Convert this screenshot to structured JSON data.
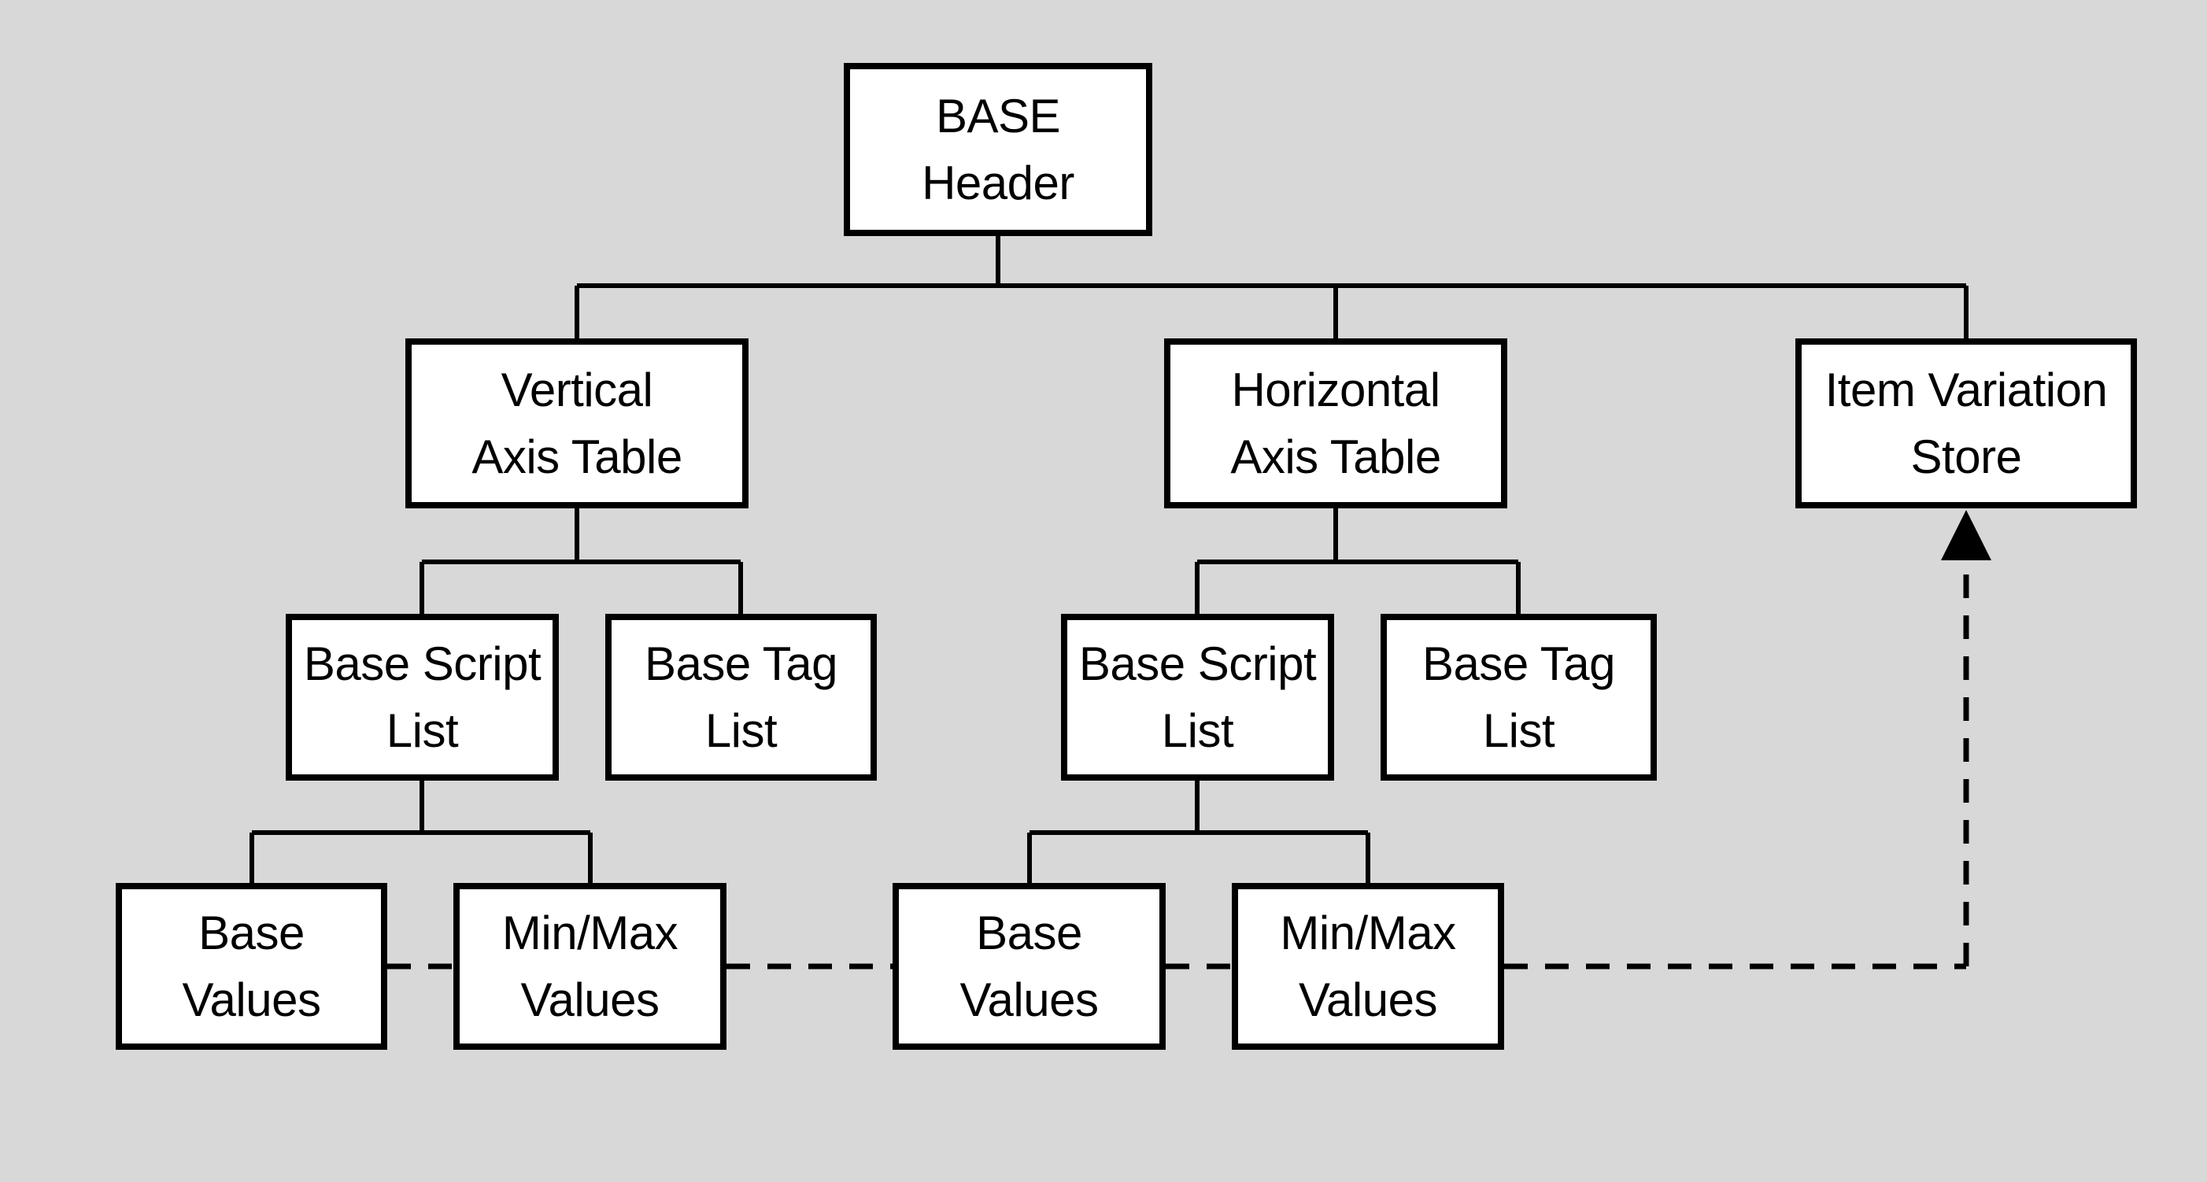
{
  "diagram": {
    "title": "BASE table structure diagram",
    "colors": {
      "background": "#d8d8d8",
      "box_fill": "#ffffff",
      "box_border": "#000000",
      "line": "#000000",
      "text": "#000000"
    },
    "nodes": {
      "base_header": {
        "label": "BASE\nHeader"
      },
      "vertical_axis_table": {
        "label": "Vertical\nAxis Table"
      },
      "horizontal_axis_table": {
        "label": "Horizontal\nAxis Table"
      },
      "item_variation_store": {
        "label": "Item Variation\nStore"
      },
      "base_script_list_left": {
        "label": "Base Script\nList"
      },
      "base_tag_list_left": {
        "label": "Base Tag\nList"
      },
      "base_script_list_right": {
        "label": "Base Script\nList"
      },
      "base_tag_list_right": {
        "label": "Base Tag\nList"
      },
      "base_values_left": {
        "label": "Base\nValues"
      },
      "minmax_values_left": {
        "label": "Min/Max\nValues"
      },
      "base_values_right": {
        "label": "Base\nValues"
      },
      "minmax_values_right": {
        "label": "Min/Max\nValues"
      }
    },
    "edges": {
      "solid": "parent-child tree connectors",
      "dashed": "value blocks linked to Item Variation Store (arrow up)"
    }
  }
}
